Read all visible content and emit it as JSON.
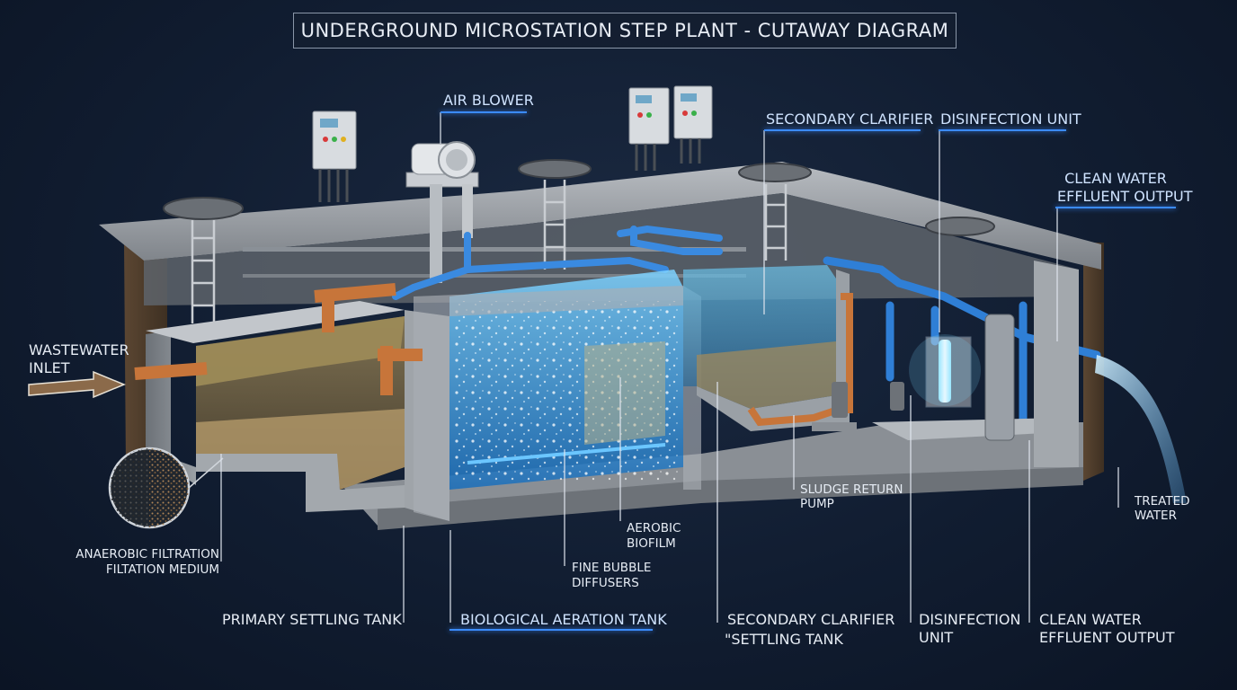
{
  "title": "UNDERGROUND MICROSTATION STEP PLANT - CUTAWAY DIAGRAM",
  "labels": {
    "air_blower": "AIR BLOWER",
    "secondary_clarifier_top": "SECONDARY CLARIFIER",
    "disinfection_top": "DISINFECTION UNIT",
    "clean_water_top_1": "CLEAN WATER",
    "clean_water_top_2": "EFFLUENT OUTPUT",
    "wastewater_1": "WASTEWATER",
    "wastewater_2": "INLET",
    "anaerobic_1": "ANAEROBIC FILTRATION",
    "anaerobic_2": "FILTATION MEDIUM",
    "primary_tank": "PRIMARY SETTLING TANK",
    "bio_aeration": "BIOLOGICAL AERATION TANK",
    "aerobic_1": "AEROBIC",
    "aerobic_2": "BIOFILM",
    "diffusers_1": "FINE BUBBLE",
    "diffusers_2": "DIFFUSERS",
    "sludge_1": "SLUDGE RETURN",
    "sludge_2": "PUMP",
    "sec_clarifier_bottom_1": "SECONDARY CLARIFIER",
    "sec_clarifier_bottom_2": "\"SETTLING TANK",
    "disinfection_bottom_1": "DISINFECTION",
    "disinfection_bottom_2": "UNIT",
    "clean_water_bottom_1": "CLEAN WATER",
    "clean_water_bottom_2": "EFFLUENT OUTPUT",
    "treated_1": "TREATED",
    "treated_2": "WATER"
  },
  "colors": {
    "background": "#111d31",
    "concrete": "#8e9399",
    "water_blue": "#3fa9e8",
    "pipe_copper": "#c7753a",
    "pipe_blue": "#2f7fd6",
    "label_accent": "#3b8bff"
  }
}
